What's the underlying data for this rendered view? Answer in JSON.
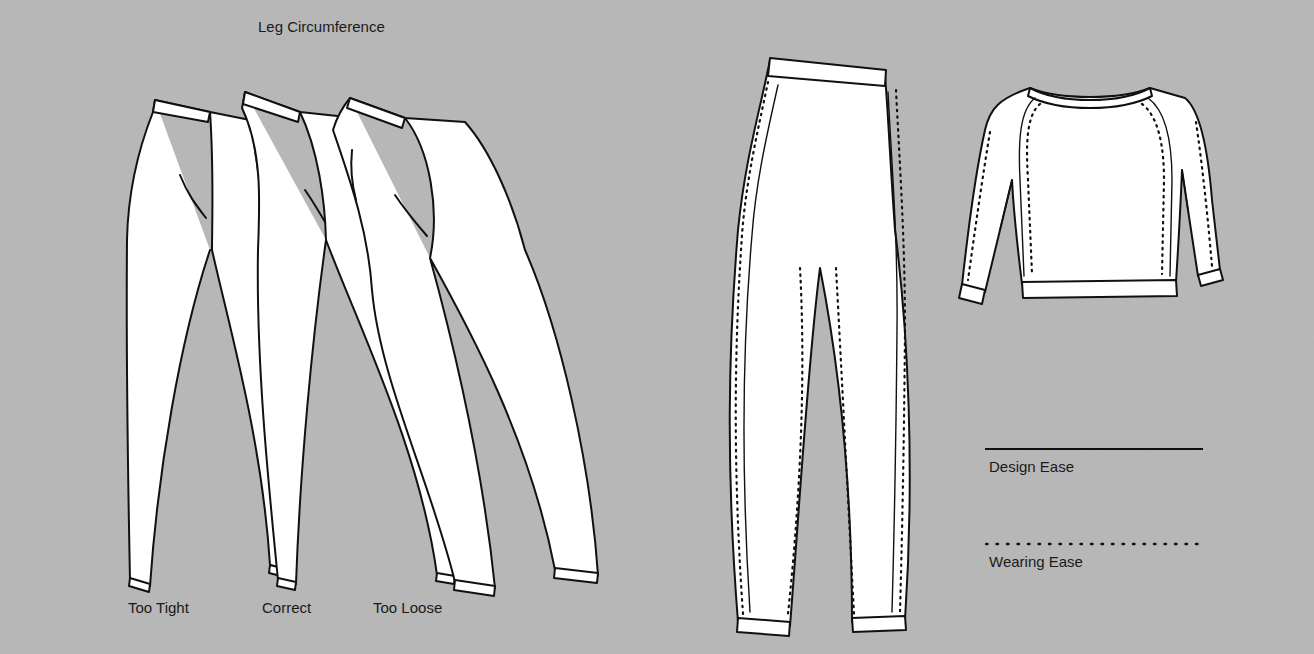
{
  "diagram": {
    "labels": [
      "Leg Circumference",
      "Too Tight",
      "Correct",
      "Too Loose"
    ],
    "legend": [
      {
        "text": "Design Ease"
      },
      {
        "text": "Wearing Ease"
      }
    ]
  }
}
